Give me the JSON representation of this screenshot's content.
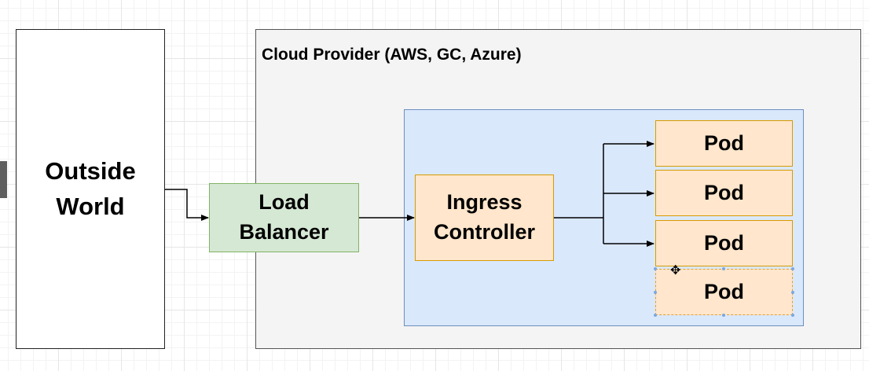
{
  "outside": {
    "label": "Outside\nWorld"
  },
  "cloud": {
    "label": "Cloud Provider (AWS, GC, Azure)"
  },
  "load_balancer": {
    "label": "Load\nBalancer"
  },
  "ingress": {
    "label": "Ingress\nController"
  },
  "pods": [
    "Pod",
    "Pod",
    "Pod",
    "Pod"
  ],
  "colors": {
    "load_balancer_fill": "#d5e8d4",
    "load_balancer_stroke": "#82b366",
    "ingress_pod_fill": "#ffe6cc",
    "ingress_pod_stroke": "#d79b00",
    "cluster_fill": "#dae8fc",
    "cluster_stroke": "#6c8ebf",
    "cloud_fill": "#f4f4f4"
  }
}
